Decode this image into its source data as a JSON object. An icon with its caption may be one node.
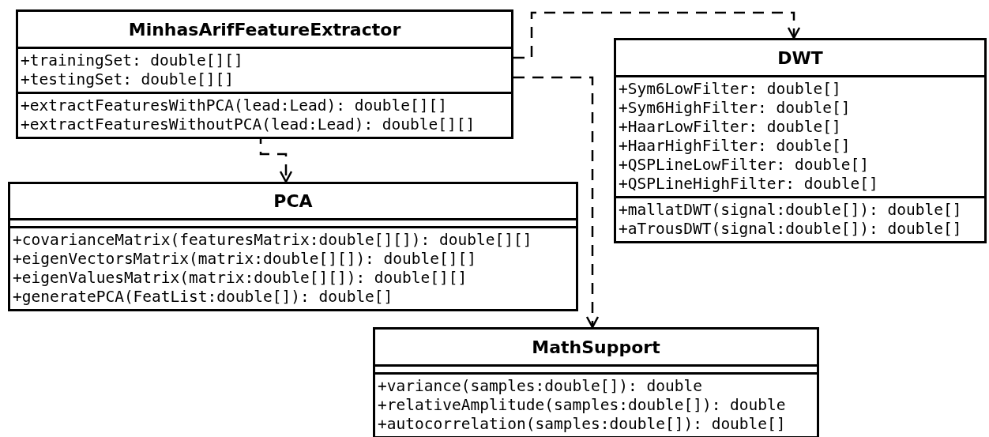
{
  "diagram": {
    "nodes": [
      {
        "text": [
          "MinhasArifFeatureExtractor",
          "+trainingSet: double[][]",
          "+testingSet: double[][]",
          "+extractFeaturesWithPCA(lead:Lead): double[][]",
          "+extractFeaturesWithoutPCA(lead:Lead): double[][]"
        ]
      },
      {
        "text": [
          "DWT",
          "+Sym6LowFilter: double[]",
          "+Sym6HighFilter: double[]",
          "+HaarLowFilter: double[]",
          "+HaarHighFilter: double[]",
          "+QSPLineLowFilter: double[]",
          "+QSPLineHighFilter: double[]",
          "+mallatDWT(signal:double[]): double[]",
          "+aTrousDWT(signal:double[]): double[]"
        ]
      },
      {
        "text": [
          "PCA",
          "+covarianceMatrix(featuresMatrix:double[][]): double[][]",
          "+eigenVectorsMatrix(matrix:double[][]): double[][]",
          "+eigenValuesMatrix(matrix:double[][]): double[][]",
          "+generatePCA(FeatList:double[]): double[]"
        ]
      },
      {
        "text": [
          "MathSupport",
          "+variance(samples:double[]): double",
          "+relativeAmplitude(samples:double[]): double",
          "+autocorrelation(samples:double[]): double[]"
        ]
      }
    ],
    "edges": [
      {
        "from": 0,
        "to": 1,
        "arrow": "to",
        "style": "dashed"
      },
      {
        "from": 0,
        "to": 2,
        "arrow": "to",
        "style": "dashed"
      },
      {
        "from": 0,
        "to": 3,
        "arrow": "to",
        "style": "dashed"
      }
    ]
  }
}
